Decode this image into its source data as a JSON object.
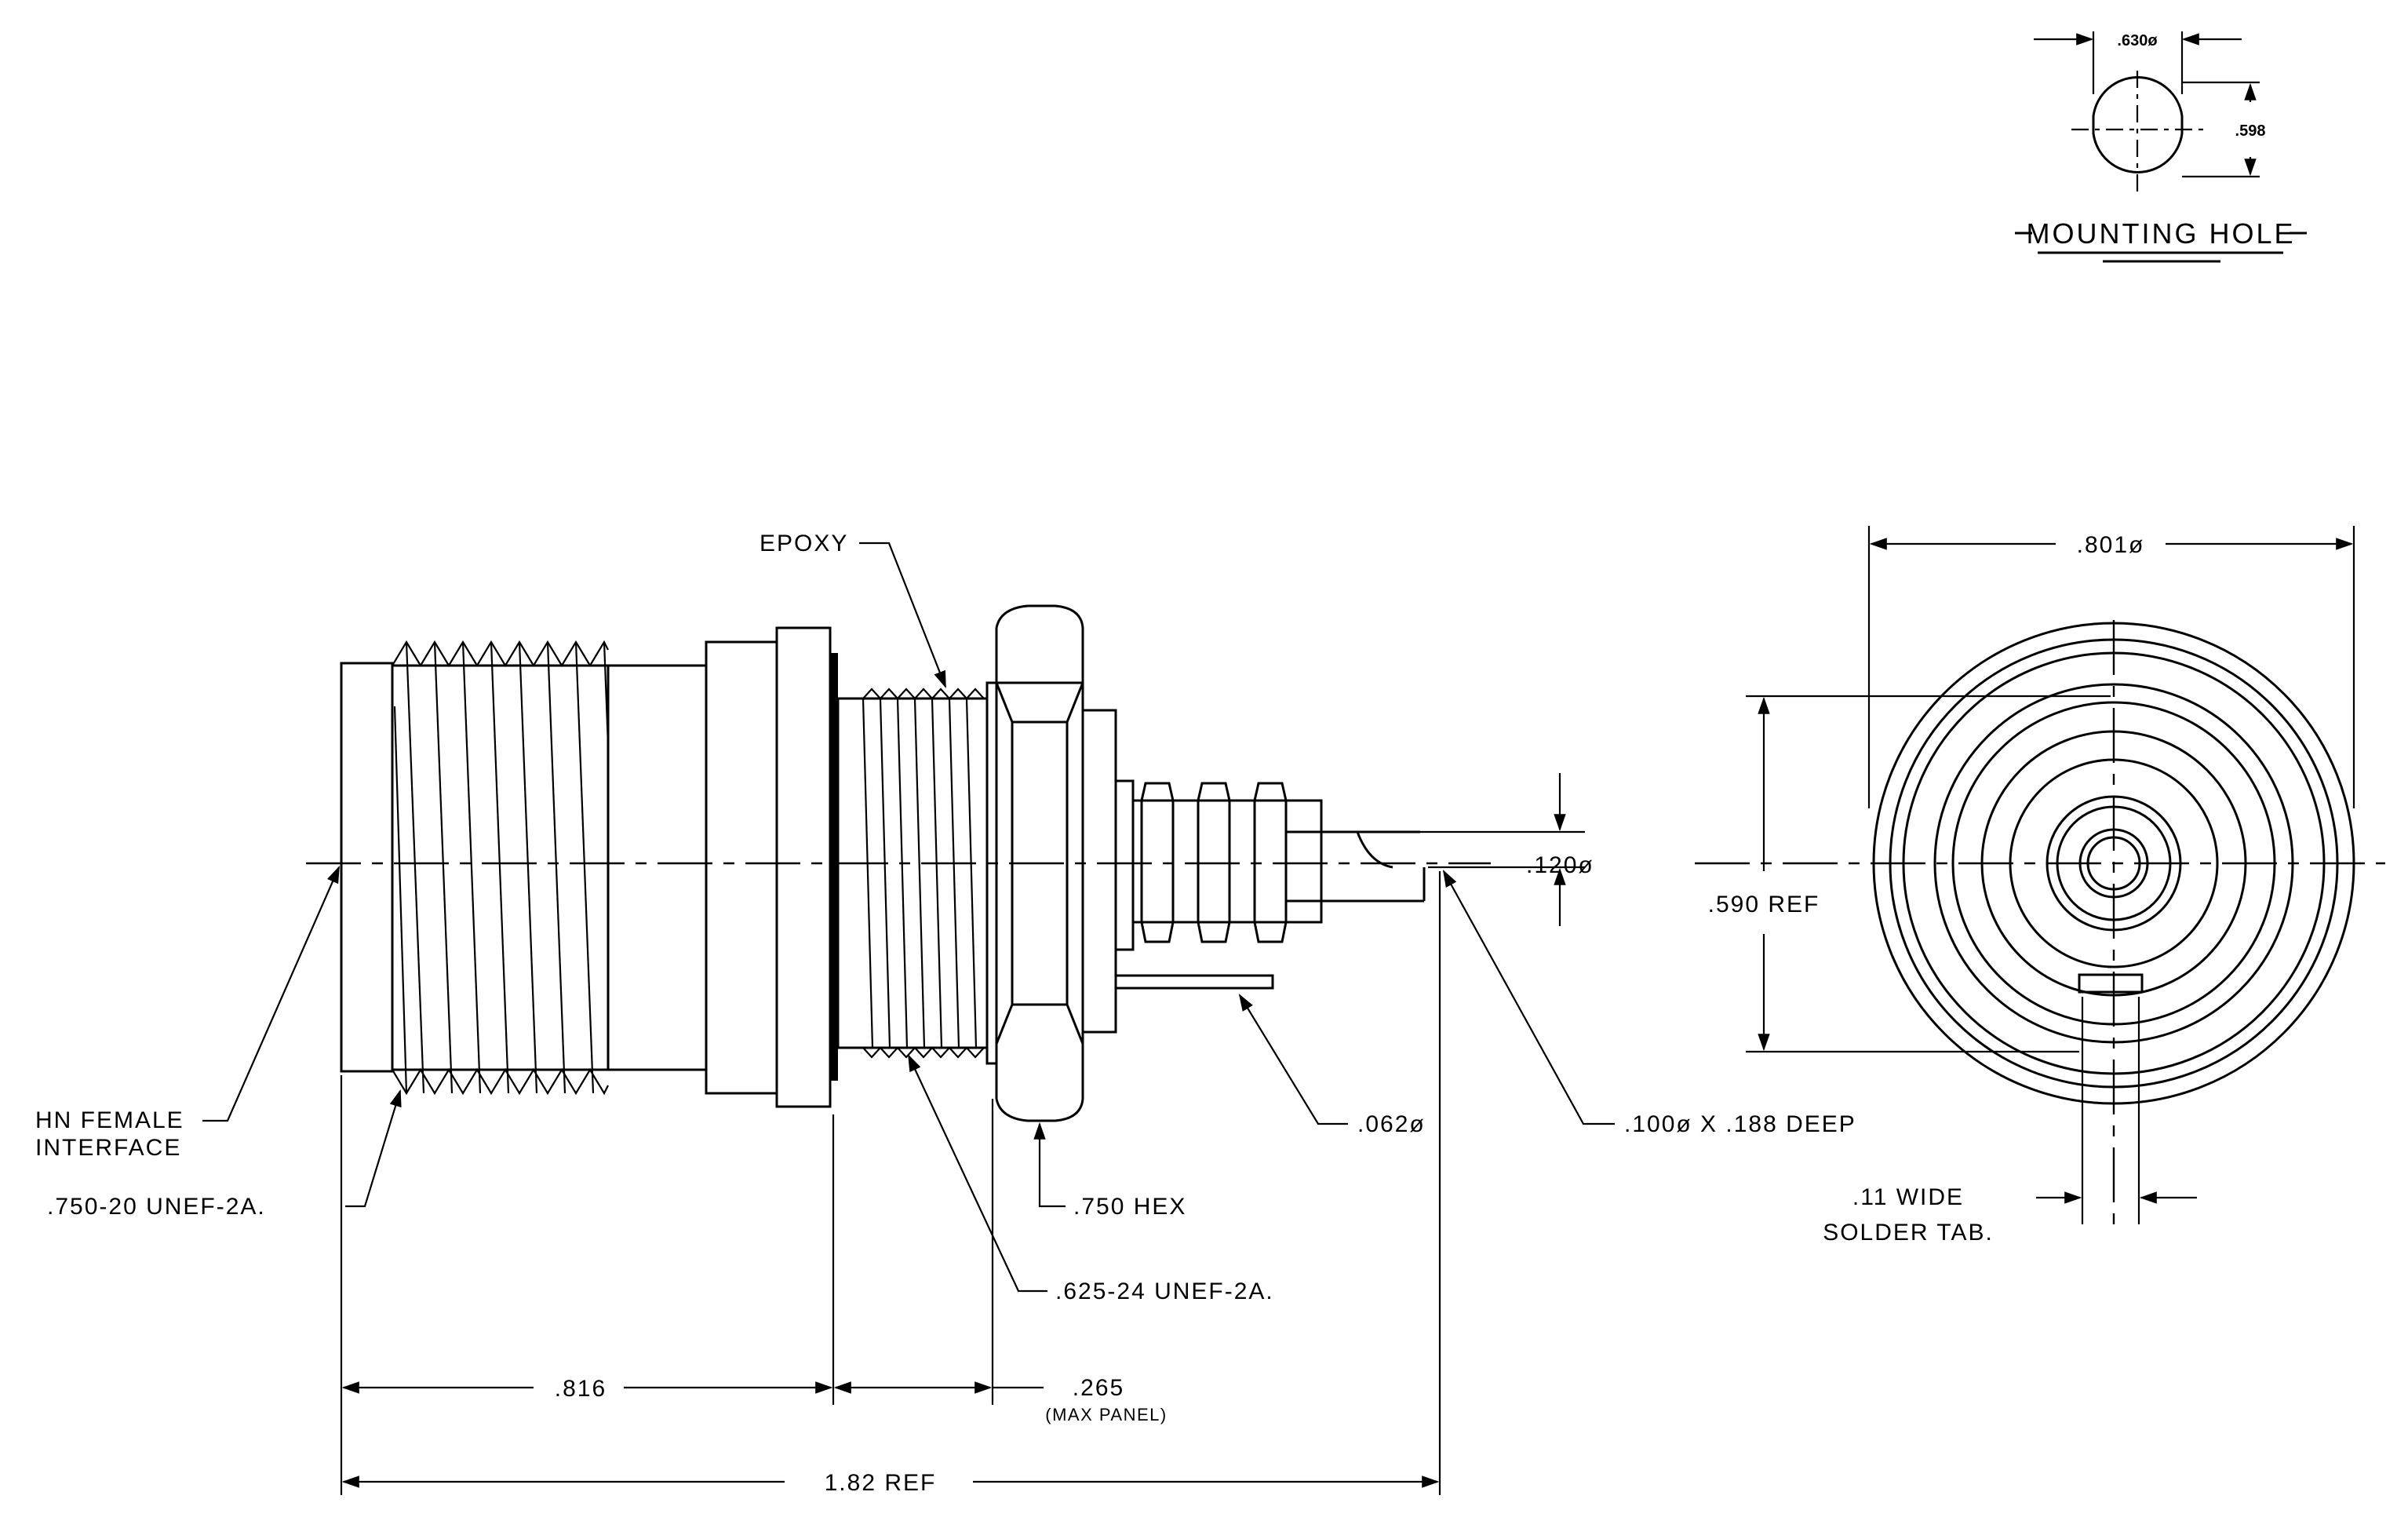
{
  "mounting_hole": {
    "title": "MOUNTING HOLE",
    "dia_label": ".630ø",
    "flat_label": ".598"
  },
  "callouts": {
    "epoxy": "EPOXY",
    "interface_line1": "HN FEMALE",
    "interface_line2": "INTERFACE",
    "thread_750": ".750-20 UNEF-2A.",
    "thread_625": ".625-24 UNEF-2A.",
    "hex_750": ".750 HEX",
    "dia_062": ".062ø",
    "hole_100": ".100ø X .188 DEEP",
    "dia_120": ".120ø",
    "solder_tab_line1": ".11 WIDE",
    "solder_tab_line2": "SOLDER TAB."
  },
  "dimensions": {
    "len_816": ".816",
    "len_265": ".265",
    "len_265_note": "(MAX PANEL)",
    "len_182": "1.82 REF",
    "dia_801": ".801ø",
    "ref_590": ".590 REF"
  }
}
